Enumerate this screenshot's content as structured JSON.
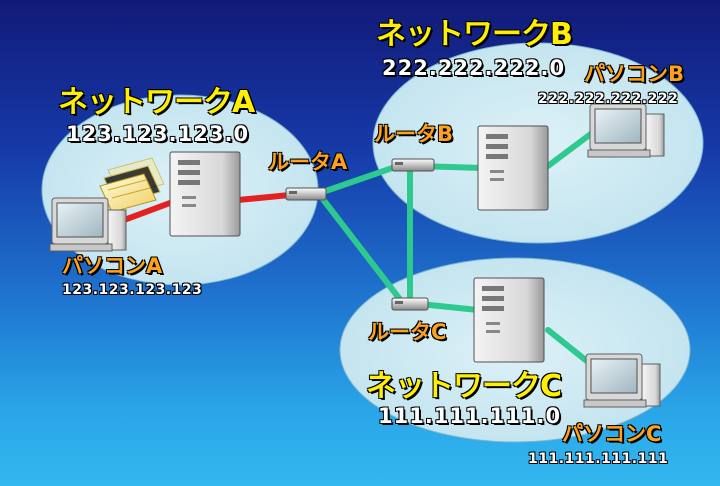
{
  "colors": {
    "background_top": "#121a78",
    "background_bottom": "#33b8ef",
    "network_area": "#d3ecf4",
    "link": "#2ec98e",
    "active_link": "#e52020",
    "title_text": "#ffef00",
    "device_label_text": "#ffa21a",
    "address_text": "#ffffff"
  },
  "networks": [
    {
      "id": "A",
      "name": "ネットワークA",
      "address": "123.123.123.0"
    },
    {
      "id": "B",
      "name": "ネットワークB",
      "address": "222.222.222.0"
    },
    {
      "id": "C",
      "name": "ネットワークC",
      "address": "111.111.111.0"
    }
  ],
  "routers": [
    {
      "id": "A",
      "label": "ルータA"
    },
    {
      "id": "B",
      "label": "ルータB"
    },
    {
      "id": "C",
      "label": "ルータC"
    }
  ],
  "pcs": [
    {
      "id": "A",
      "label": "パソコンA",
      "address": "123.123.123.123"
    },
    {
      "id": "B",
      "label": "パソコンB",
      "address": "222.222.222.222"
    },
    {
      "id": "C",
      "label": "パソコンC",
      "address": "111.111.111.111"
    }
  ],
  "icons": {
    "pc": "desktop-computer-icon",
    "server": "tower-server-icon",
    "router": "router-icon",
    "packet": "data-packet-icon"
  }
}
